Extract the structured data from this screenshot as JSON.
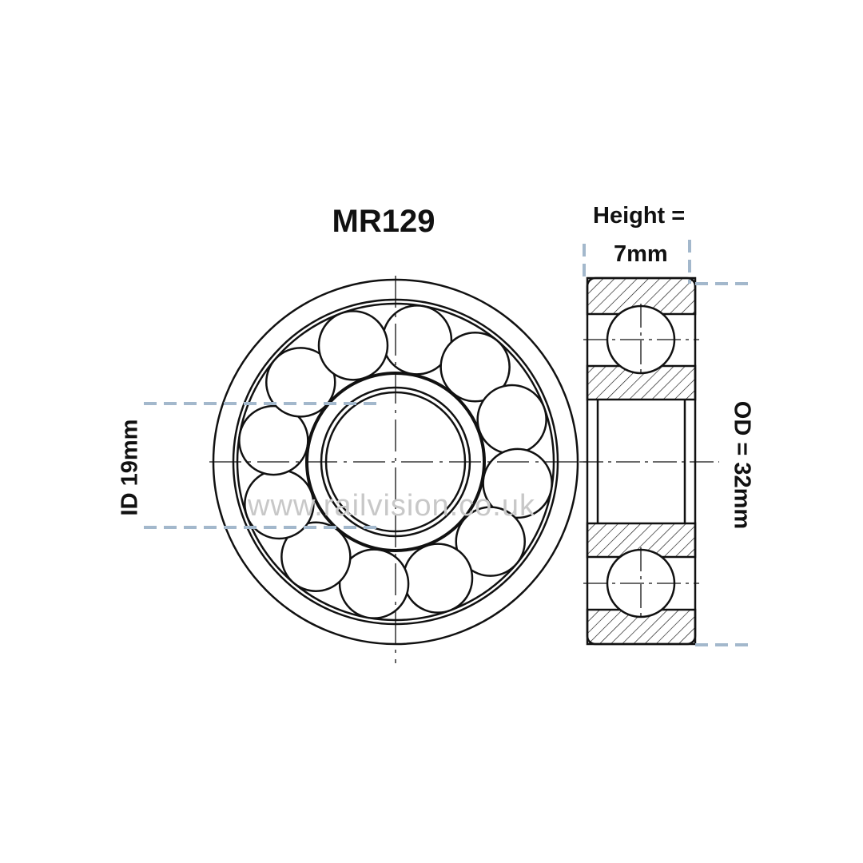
{
  "title": "MR129",
  "height_label_line1": "Height =",
  "height_label_line2": "7mm",
  "id_label": "ID 19mm",
  "od_label": "OD = 32mm",
  "watermark": "www.railvision.co.uk",
  "colors": {
    "line": "#111111",
    "dimension": "#a3b8cc"
  },
  "ball_count": 12
}
